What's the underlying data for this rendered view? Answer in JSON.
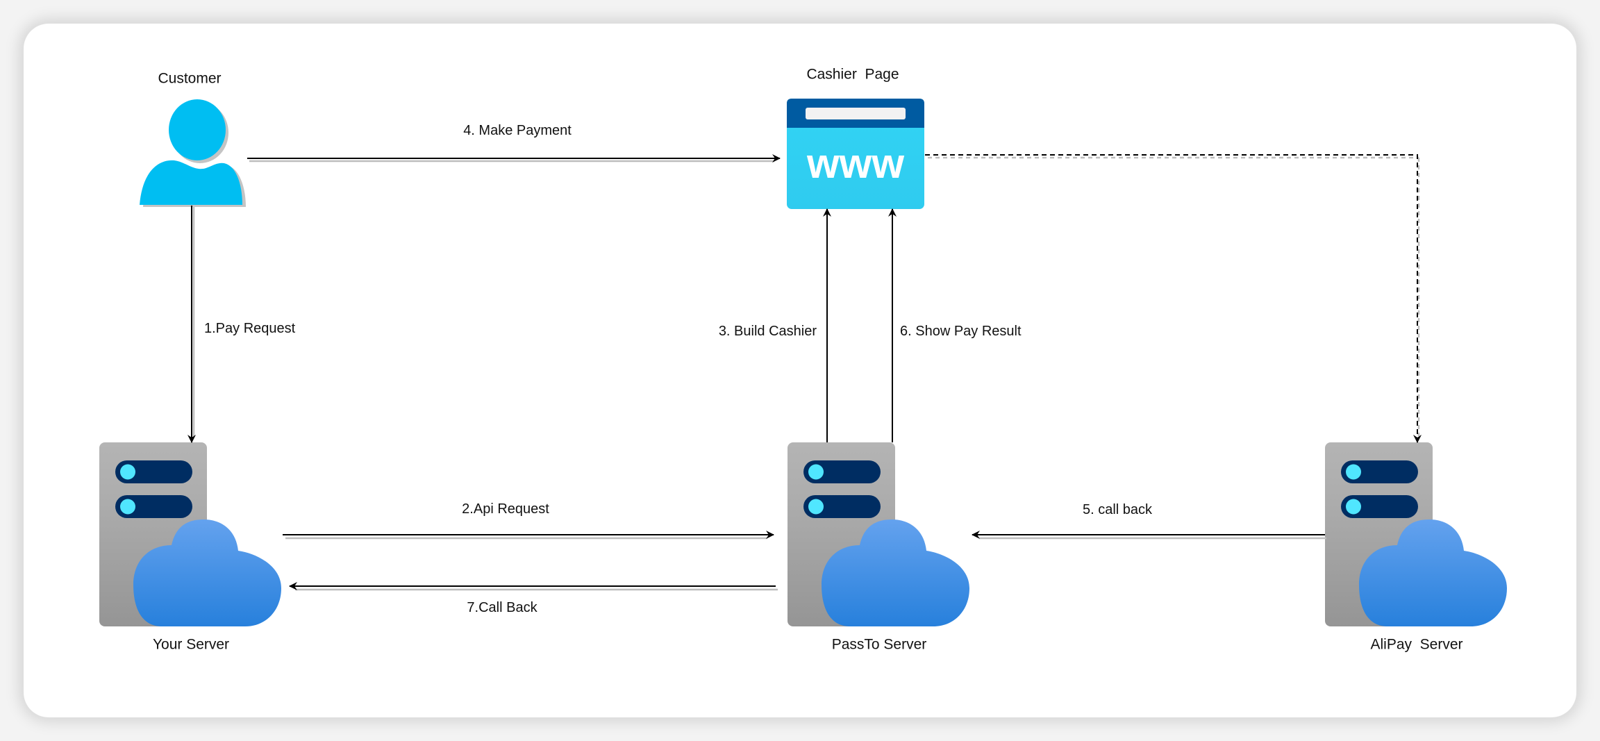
{
  "diagram": {
    "nodes": {
      "customer": {
        "label": "Customer",
        "icon": "person-icon",
        "color": "#00BEF2"
      },
      "cashier": {
        "label": "Cashier  Page",
        "icon": "web-page-icon",
        "text": "www",
        "header_color": "#005BA1",
        "body_color": "#32D4F5",
        "bar_color": "#F2F2F2"
      },
      "your_server": {
        "label": "Your Server",
        "icon": "cloud-server-icon"
      },
      "passto_server": {
        "label": "PassTo Server",
        "icon": "cloud-server-icon"
      },
      "alipay_server": {
        "label": "AliPay  Server",
        "icon": "cloud-server-icon"
      }
    },
    "server_colors": {
      "tower": "#A8A8A8",
      "drive": "#002D62",
      "led": "#50E6FF",
      "cloud_top": "#64A2EE",
      "cloud_bottom": "#2780DC"
    },
    "edges": [
      {
        "id": "pay-request",
        "label": "1.Pay Request",
        "from": "Customer",
        "to": "Your Server",
        "style": "solid"
      },
      {
        "id": "api-request",
        "label": "2.Api Request",
        "from": "Your Server",
        "to": "PassTo Server",
        "style": "solid"
      },
      {
        "id": "build-cashier",
        "label": "3. Build Cashier",
        "from": "PassTo Server",
        "to": "Cashier  Page",
        "style": "solid"
      },
      {
        "id": "make-payment",
        "label": "4. Make Payment",
        "from": "Customer",
        "to": "Cashier  Page",
        "style": "solid"
      },
      {
        "id": "call-back-alipay",
        "label": "5. call back",
        "from": "AliPay  Server",
        "to": "PassTo Server",
        "style": "solid"
      },
      {
        "id": "show-pay-result",
        "label": "6. Show Pay Result",
        "from": "PassTo Server",
        "to": "Cashier  Page",
        "style": "solid"
      },
      {
        "id": "call-back-your",
        "label": "7.Call Back",
        "from": "PassTo Server",
        "to": "Your Server",
        "style": "solid"
      },
      {
        "id": "cashier-to-alipay",
        "label": "",
        "from": "Cashier  Page",
        "to": "AliPay  Server",
        "style": "dashed"
      }
    ]
  }
}
